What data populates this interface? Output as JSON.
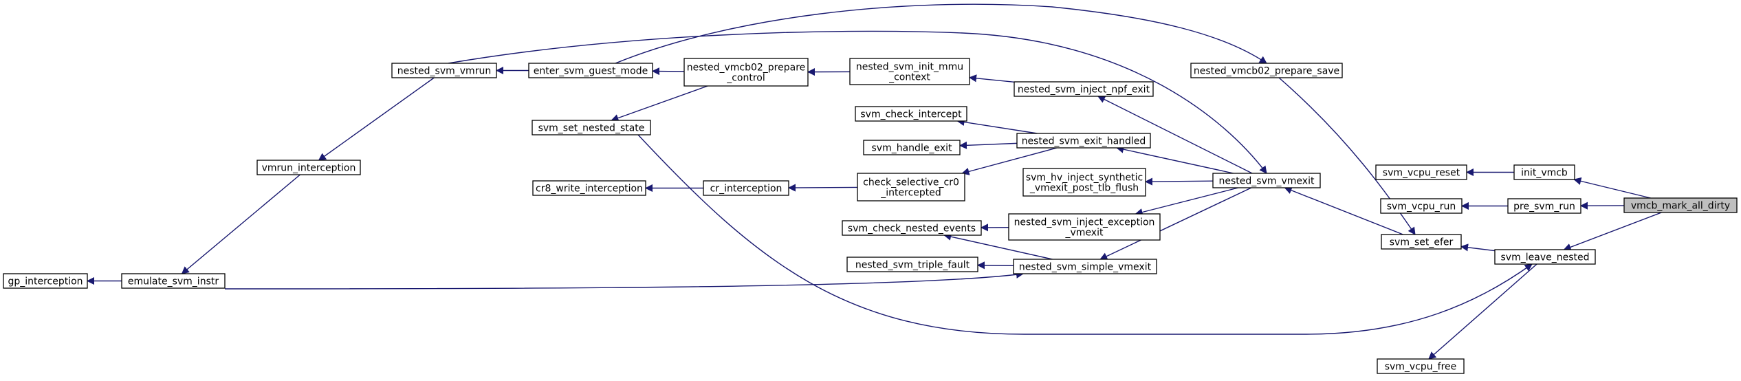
{
  "diagram": {
    "type": "call-graph",
    "direction": "right-to-left",
    "edge_color": "#191970",
    "node_fill": "#ffffff",
    "root_fill": "#bfbfbf",
    "root": "vmcb_mark_all_dirty"
  },
  "nodes": {
    "vmcb_mark_all_dirty": [
      "vmcb_mark_all_dirty"
    ],
    "init_vmcb": [
      "init_vmcb"
    ],
    "pre_svm_run": [
      "pre_svm_run"
    ],
    "svm_leave_nested": [
      "svm_leave_nested"
    ],
    "svm_vcpu_reset": [
      "svm_vcpu_reset"
    ],
    "svm_vcpu_run": [
      "svm_vcpu_run"
    ],
    "svm_set_efer": [
      "svm_set_efer"
    ],
    "svm_vcpu_free": [
      "svm_vcpu_free"
    ],
    "nested_svm_vmexit": [
      "nested_svm_vmexit"
    ],
    "nested_vmcb02_prepare_save": [
      "nested_vmcb02_prepare_save"
    ],
    "nested_svm_inject_npf_exit": [
      "nested_svm_inject_npf_exit"
    ],
    "nested_svm_exit_handled": [
      "nested_svm_exit_handled"
    ],
    "svm_hv_inject_synthetic_vmexit_post_tlb_flush": [
      "svm_hv_inject_synthetic",
      "_vmexit_post_tlb_flush"
    ],
    "nested_svm_inject_exception_vmexit": [
      "nested_svm_inject_exception",
      "_vmexit"
    ],
    "nested_svm_simple_vmexit": [
      "nested_svm_simple_vmexit"
    ],
    "nested_svm_init_mmu_context": [
      "nested_svm_init_mmu",
      "_context"
    ],
    "svm_check_intercept": [
      "svm_check_intercept"
    ],
    "svm_handle_exit": [
      "svm_handle_exit"
    ],
    "check_selective_cr0_intercepted": [
      "check_selective_cr0",
      "_intercepted"
    ],
    "svm_check_nested_events": [
      "svm_check_nested_events"
    ],
    "nested_svm_triple_fault": [
      "nested_svm_triple_fault"
    ],
    "nested_vmcb02_prepare_control": [
      "nested_vmcb02_prepare",
      "_control"
    ],
    "cr_interception": [
      "cr_interception"
    ],
    "enter_svm_guest_mode": [
      "enter_svm_guest_mode"
    ],
    "svm_set_nested_state": [
      "svm_set_nested_state"
    ],
    "cr8_write_interception": [
      "cr8_write_interception"
    ],
    "nested_svm_vmrun": [
      "nested_svm_vmrun"
    ],
    "vmrun_interception": [
      "vmrun_interception"
    ],
    "emulate_svm_instr": [
      "emulate_svm_instr"
    ],
    "gp_interception": [
      "gp_interception"
    ]
  },
  "edges": [
    {
      "from": "init_vmcb",
      "to": "vmcb_mark_all_dirty"
    },
    {
      "from": "pre_svm_run",
      "to": "vmcb_mark_all_dirty"
    },
    {
      "from": "svm_leave_nested",
      "to": "vmcb_mark_all_dirty"
    },
    {
      "from": "svm_vcpu_reset",
      "to": "init_vmcb"
    },
    {
      "from": "svm_vcpu_run",
      "to": "pre_svm_run"
    },
    {
      "from": "svm_set_efer",
      "to": "svm_leave_nested"
    },
    {
      "from": "svm_vcpu_free",
      "to": "svm_leave_nested"
    },
    {
      "from": "svm_set_nested_state",
      "to": "svm_leave_nested"
    },
    {
      "from": "nested_svm_vmexit",
      "to": "svm_set_efer"
    },
    {
      "from": "nested_vmcb02_prepare_save",
      "to": "svm_set_efer"
    },
    {
      "from": "enter_svm_guest_mode",
      "to": "nested_vmcb02_prepare_save"
    },
    {
      "from": "nested_svm_inject_npf_exit",
      "to": "nested_svm_vmexit"
    },
    {
      "from": "nested_svm_exit_handled",
      "to": "nested_svm_vmexit"
    },
    {
      "from": "svm_hv_inject_synthetic_vmexit_post_tlb_flush",
      "to": "nested_svm_vmexit"
    },
    {
      "from": "nested_svm_inject_exception_vmexit",
      "to": "nested_svm_vmexit"
    },
    {
      "from": "nested_svm_simple_vmexit",
      "to": "nested_svm_vmexit"
    },
    {
      "from": "nested_svm_vmrun",
      "to": "nested_svm_vmexit"
    },
    {
      "from": "nested_svm_init_mmu_context",
      "to": "nested_svm_inject_npf_exit"
    },
    {
      "from": "nested_vmcb02_prepare_control",
      "to": "nested_svm_init_mmu_context"
    },
    {
      "from": "svm_check_intercept",
      "to": "nested_svm_exit_handled"
    },
    {
      "from": "svm_handle_exit",
      "to": "nested_svm_exit_handled"
    },
    {
      "from": "check_selective_cr0_intercepted",
      "to": "nested_svm_exit_handled"
    },
    {
      "from": "cr_interception",
      "to": "check_selective_cr0_intercepted"
    },
    {
      "from": "cr8_write_interception",
      "to": "cr_interception"
    },
    {
      "from": "svm_check_nested_events",
      "to": "nested_svm_inject_exception_vmexit"
    },
    {
      "from": "svm_check_nested_events",
      "to": "nested_svm_simple_vmexit"
    },
    {
      "from": "nested_svm_triple_fault",
      "to": "nested_svm_simple_vmexit"
    },
    {
      "from": "emulate_svm_instr",
      "to": "nested_svm_simple_vmexit"
    },
    {
      "from": "enter_svm_guest_mode",
      "to": "nested_vmcb02_prepare_control"
    },
    {
      "from": "svm_set_nested_state",
      "to": "nested_vmcb02_prepare_control"
    },
    {
      "from": "nested_svm_vmrun",
      "to": "enter_svm_guest_mode"
    },
    {
      "from": "vmrun_interception",
      "to": "nested_svm_vmrun"
    },
    {
      "from": "emulate_svm_instr",
      "to": "vmrun_interception"
    },
    {
      "from": "gp_interception",
      "to": "emulate_svm_instr"
    }
  ]
}
